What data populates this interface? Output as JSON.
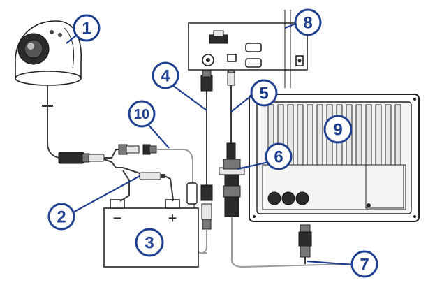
{
  "callouts": [
    {
      "id": "1",
      "label": "1"
    },
    {
      "id": "2",
      "label": "2"
    },
    {
      "id": "3",
      "label": "3"
    },
    {
      "id": "4",
      "label": "4"
    },
    {
      "id": "5",
      "label": "5"
    },
    {
      "id": "6",
      "label": "6"
    },
    {
      "id": "7",
      "label": "7"
    },
    {
      "id": "8",
      "label": "8"
    },
    {
      "id": "9",
      "label": "9"
    },
    {
      "id": "10",
      "label": "10"
    }
  ],
  "battery": {
    "negative_sign": "−",
    "positive_sign": "+"
  },
  "colors": {
    "callout": "#1f3f8f",
    "line": "#222222",
    "cable": "#3a3a3a"
  }
}
